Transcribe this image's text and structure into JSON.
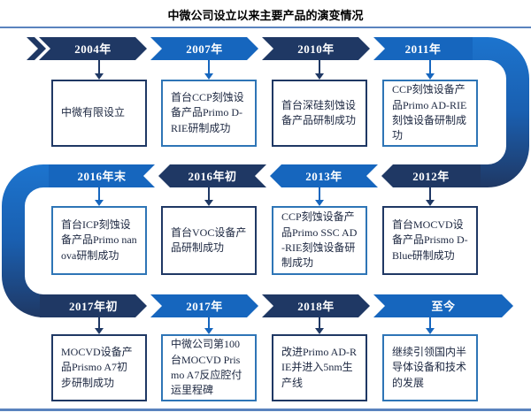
{
  "title": "中微公司设立以来主要产品的演变情况",
  "colors": {
    "dark_navy": "#1F3864",
    "bright_blue": "#1666BE",
    "box_border_blue": "#2E75B6",
    "rule_blue": "#5A83BE",
    "curve_top_blue": "#1C74CE",
    "text_ink": "#1C2740"
  },
  "rows": [
    {
      "direction": "right",
      "items": [
        {
          "year": "2004年",
          "tone": "dark",
          "desc": "中微有限设立"
        },
        {
          "year": "2007年",
          "tone": "blue",
          "desc": "首台CCP刻蚀设备产品Primo D-RIE研制成功"
        },
        {
          "year": "2010年",
          "tone": "dark",
          "desc": "首台深硅刻蚀设备产品研制成功"
        },
        {
          "year": "2011年",
          "tone": "blue",
          "desc": "CCP刻蚀设备产品Primo AD-RIE刻蚀设备研制成功"
        }
      ]
    },
    {
      "direction": "left",
      "items": [
        {
          "year": "2016年末",
          "tone": "blue",
          "desc": "首台ICP刻蚀设备产品Primo nanova研制成功"
        },
        {
          "year": "2016年初",
          "tone": "dark",
          "desc": "首台VOC设备产品研制成功"
        },
        {
          "year": "2013年",
          "tone": "blue",
          "desc": "CCP刻蚀设备产品Primo SSC AD-RIE刻蚀设备研制成功"
        },
        {
          "year": "2012年",
          "tone": "dark",
          "desc": "首台MOCVD设备产品Prismo D-Blue研制成功"
        }
      ]
    },
    {
      "direction": "right",
      "items": [
        {
          "year": "2017年初",
          "tone": "dark",
          "desc": "MOCVD设备产品Prismo A7初步研制成功"
        },
        {
          "year": "2017年",
          "tone": "blue",
          "desc": "中微公司第100台MOCVD Prismo A7反应腔付运里程碑"
        },
        {
          "year": "2018年",
          "tone": "dark",
          "desc": "改进Primo AD-RIE并进入5nm生产线"
        },
        {
          "year": "至今",
          "tone": "blue",
          "desc": "继续引领国内半导体设备和技术的发展"
        }
      ]
    }
  ]
}
